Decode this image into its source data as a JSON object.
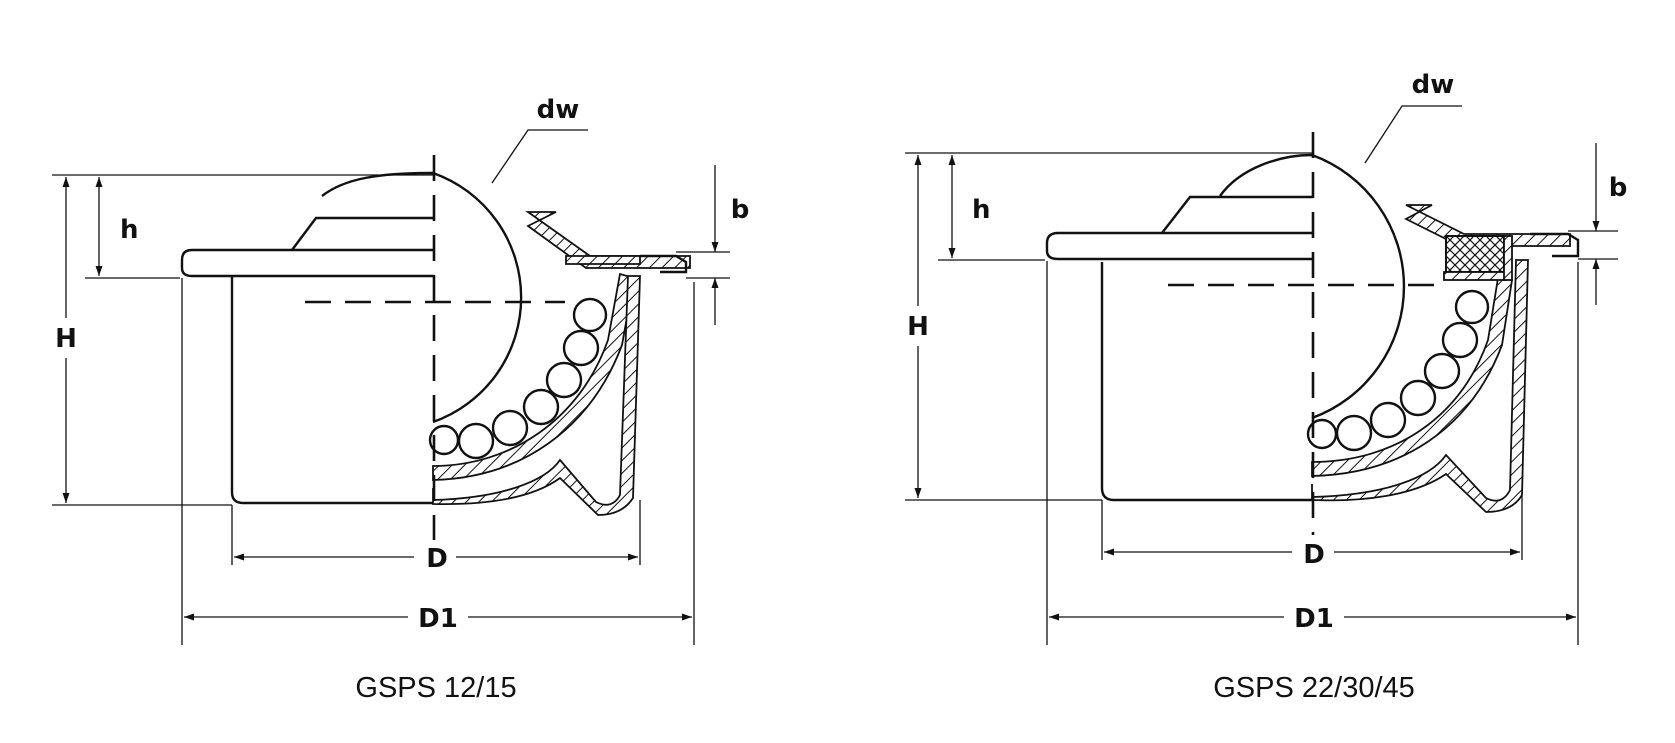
{
  "diagrams": [
    {
      "caption": "GSPS 12/15",
      "labels": {
        "dw": "dw",
        "h": "h",
        "H": "H",
        "b": "b",
        "D": "D",
        "D1": "D1"
      }
    },
    {
      "caption": "GSPS 22/30/45",
      "labels": {
        "dw": "dw",
        "h": "h",
        "H": "H",
        "b": "b",
        "D": "D",
        "D1": "D1"
      }
    }
  ],
  "colors": {
    "line": "#111111",
    "background": "#ffffff"
  }
}
